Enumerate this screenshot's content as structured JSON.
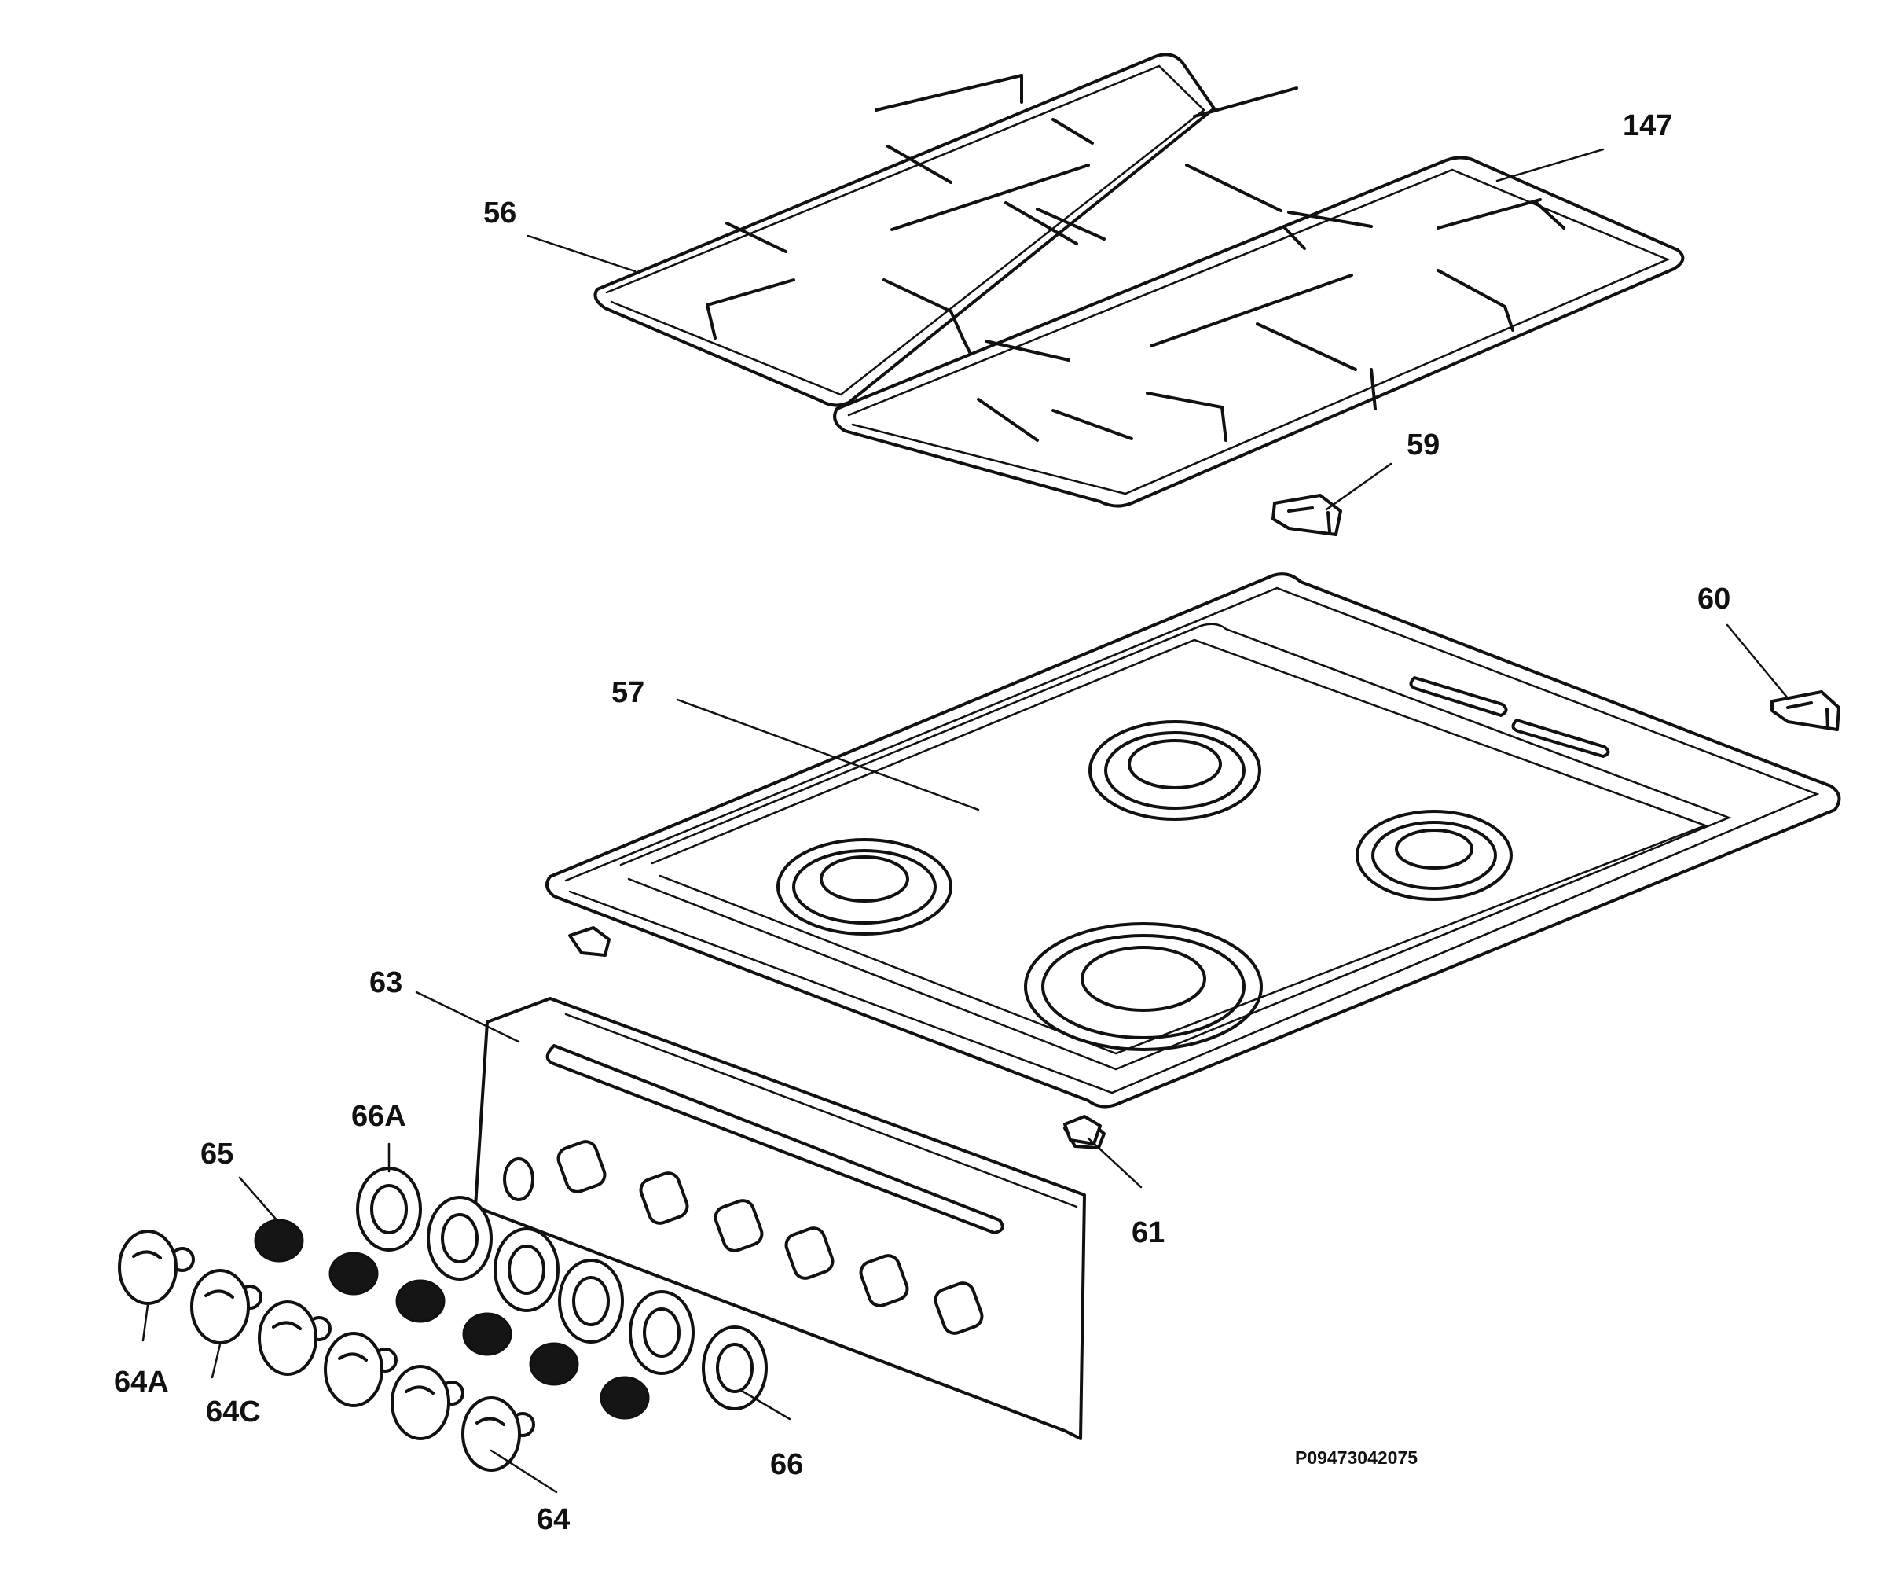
{
  "callouts": [
    {
      "key": "p56",
      "label": "56"
    },
    {
      "key": "p147",
      "label": "147"
    },
    {
      "key": "p59",
      "label": "59"
    },
    {
      "key": "p60",
      "label": "60"
    },
    {
      "key": "p57",
      "label": "57"
    },
    {
      "key": "p63",
      "label": "63"
    },
    {
      "key": "p66A",
      "label": "66A"
    },
    {
      "key": "p65",
      "label": "65"
    },
    {
      "key": "p61",
      "label": "61"
    },
    {
      "key": "p64A",
      "label": "64A"
    },
    {
      "key": "p64C",
      "label": "64C"
    },
    {
      "key": "p66",
      "label": "66"
    },
    {
      "key": "p64",
      "label": "64"
    }
  ],
  "drawing_code": "P09473042075"
}
